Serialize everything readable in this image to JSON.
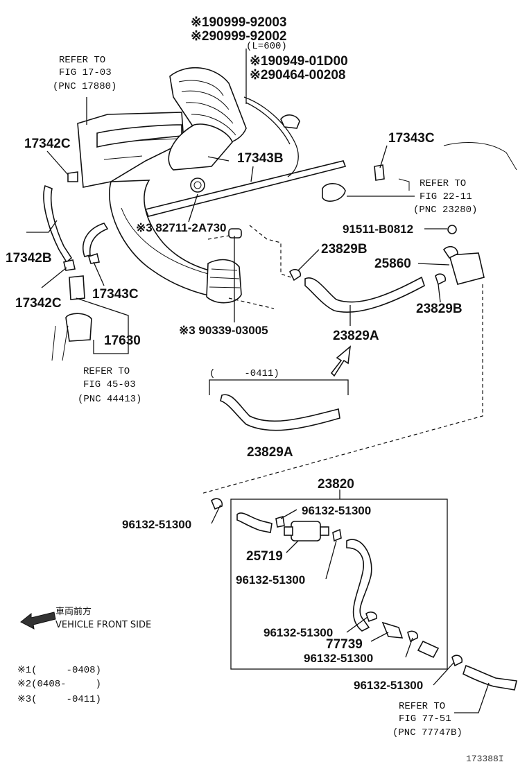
{
  "labels": {
    "p90999_92003": "※190999-92003",
    "p90999_92002": "※290999-92002",
    "l600": "(L=600)",
    "p90949_01D00": "※190949-01D00",
    "p90464_00208": "※290464-00208",
    "refer_17_a": "REFER TO",
    "refer_17_b": "FIG 17-03",
    "refer_17_c": "(PNC 17880)",
    "p17342C_top": "17342C",
    "p17343B": "17343B",
    "p17343C_top": "17343C",
    "refer_22_a": "REFER TO",
    "refer_22_b": "FIG 22-11",
    "refer_22_c": "(PNC 23280)",
    "p82711": "※3 82711-2A730",
    "p91511": "91511-B0812",
    "p17342B": "17342B",
    "p23829B_a": "23829B",
    "p25860": "25860",
    "p17342C_bot": "17342C",
    "p17343C_bot": "17343C",
    "p23829B_b": "23829B",
    "p90339": "※3 90339-03005",
    "p17630": "17630",
    "p23829A_a": "23829A",
    "refer_45_a": "REFER TO",
    "refer_45_b": "FIG 45-03",
    "refer_45_c": "(PNC 44413)",
    "range_0411": "(     -0411)",
    "p23829A_b": "23829A",
    "p23820": "23820",
    "p96132_a": "96132-51300",
    "p96132_b": "96132-51300",
    "p25719": "25719",
    "p96132_c": "96132-51300",
    "p96132_d": "96132-51300",
    "p77739": "77739",
    "p96132_e": "96132-51300",
    "p96132_f": "96132-51300",
    "refer_77_a": "REFER TO",
    "refer_77_b": "FIG 77-51",
    "refer_77_c": "(PNC 77747B)",
    "front_jp": "車両前方",
    "front_en": "VEHICLE FRONT SIDE",
    "note1": "※1(     -0408)",
    "note2": "※2(0408-     )",
    "note3": "※3(     -0411)",
    "fig_code": "173388I"
  }
}
